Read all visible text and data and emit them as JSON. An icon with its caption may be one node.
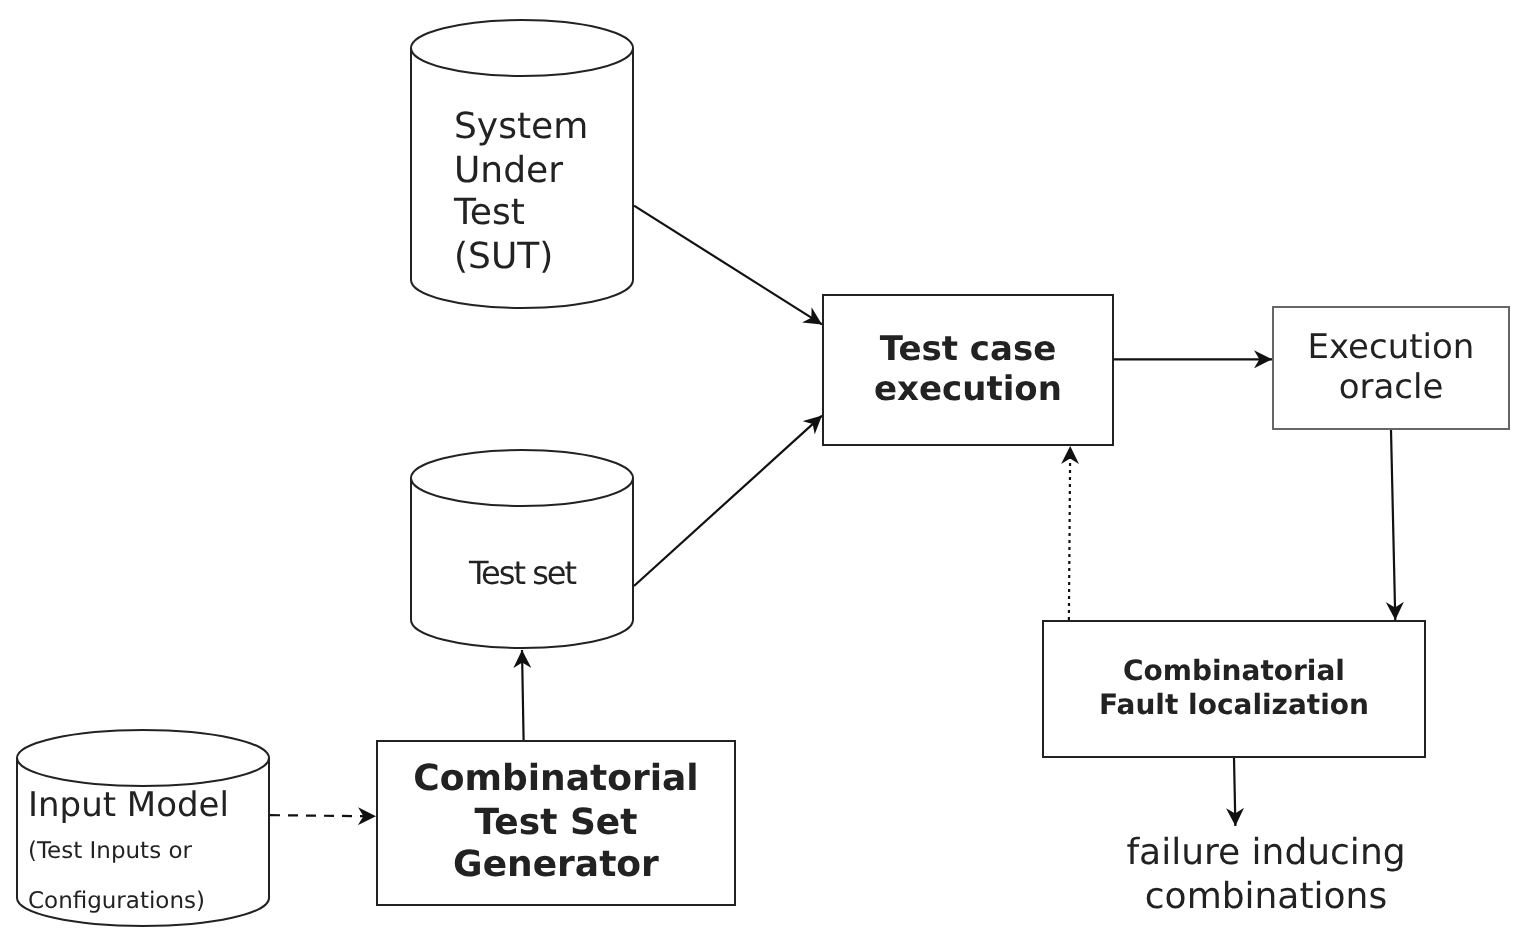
{
  "diagram": {
    "nodes": [
      {
        "text": [
          "System Under Test (SUT)"
        ]
      },
      {
        "text": [
          "Test set"
        ]
      },
      {
        "text": [
          "Input Model",
          "(Test Inputs or Configurations)"
        ]
      },
      {
        "text": [
          "Combinatorial Test Set Generator"
        ]
      },
      {
        "text": [
          "Test case execution"
        ]
      },
      {
        "text": [
          "Execution oracle"
        ]
      },
      {
        "text": [
          "Combinatorial Fault localization"
        ]
      },
      {
        "text": [
          "failure inducing combinations"
        ]
      }
    ],
    "edges": [
      {
        "from": 0,
        "to": 4,
        "arrow": "to"
      },
      {
        "from": 1,
        "to": 4,
        "arrow": "to"
      },
      {
        "from": 3,
        "to": 1,
        "arrow": "to"
      },
      {
        "from": 2,
        "to": 3,
        "arrow": "to",
        "style": "dashed"
      },
      {
        "from": 4,
        "to": 5,
        "arrow": "to"
      },
      {
        "from": 5,
        "to": 6,
        "arrow": "to"
      },
      {
        "from": 6,
        "to": 4,
        "arrow": "to",
        "style": "dashed"
      },
      {
        "from": 6,
        "to": 7,
        "arrow": "to"
      }
    ]
  }
}
